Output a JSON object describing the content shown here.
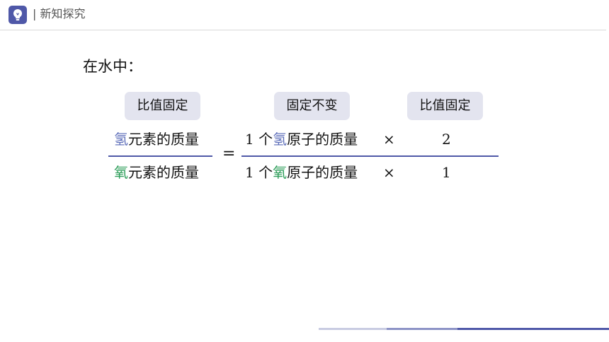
{
  "header": {
    "logo_icon": "lightbulb-icon",
    "title": "| 新知探究"
  },
  "intro": "在水中：",
  "badges": [
    "比值固定",
    "固定不变",
    "比值固定"
  ],
  "formula": {
    "numerator_left": {
      "element": "氢",
      "rest": "元素的质量"
    },
    "denominator_left": {
      "element": "氧",
      "rest": "元素的质量"
    },
    "equals": "=",
    "numerator_right": {
      "count": "1 个",
      "element": "氢",
      "rest": "原子的质量",
      "times": "×",
      "number": "2"
    },
    "denominator_right": {
      "count": "1 个",
      "element": "氧",
      "rest": "原子的质量",
      "times": "×",
      "number": "1"
    }
  },
  "colors": {
    "accent": "#4f58a8",
    "hydrogen": "#5a6bb8",
    "oxygen": "#2e9e5a",
    "badge_bg": "#e3e4ef"
  }
}
